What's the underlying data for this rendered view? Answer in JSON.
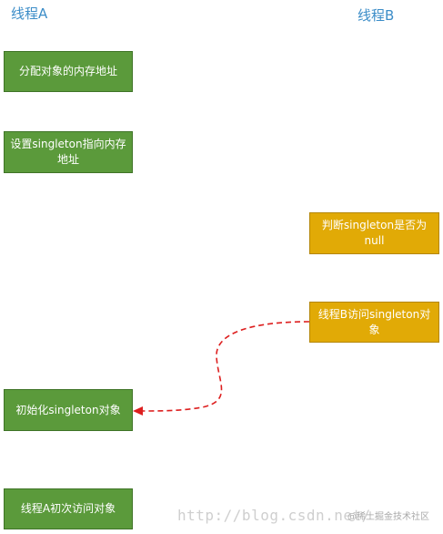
{
  "lanes": {
    "a": "线程A",
    "b": "线程B"
  },
  "steps": {
    "a1": "分配对象的内存地址",
    "a2": "设置singleton指向内存地址",
    "b1": "判断singleton是否为null",
    "b2": "线程B访问singleton对象",
    "a3": "初始化singleton对象",
    "a4": "线程A初次访问对象"
  },
  "watermark": {
    "url": "http://blog.csdn.net/",
    "tag": "@稀土掘金技术社区"
  },
  "colors": {
    "lane_title": "#3c8dc8",
    "thread_a_box": "#5b9a3b",
    "thread_b_box": "#e1aa06",
    "arrow": "#dd1f1f"
  }
}
